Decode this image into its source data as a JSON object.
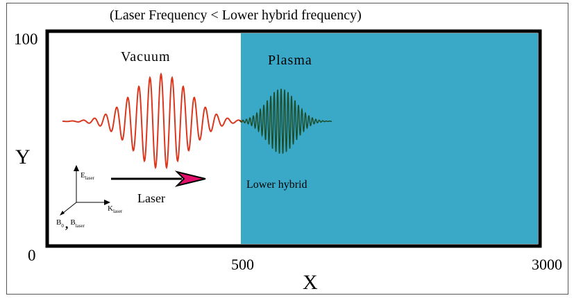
{
  "title": "(Laser Frequency < Lower hybrid frequency)",
  "axes": {
    "y_max": "100",
    "y_min": "0",
    "y_label": "Y",
    "x_boundary": "500",
    "x_max": "3000",
    "x_label": "X"
  },
  "regions": {
    "vacuum": "Vacuum",
    "plasma": "Plasma",
    "plasma_color": "#3aa9c8"
  },
  "waves": {
    "laser_label": "Laser",
    "laser_color": "#d9381e",
    "lower_hybrid_label": "Lower hybrid",
    "lower_hybrid_color": "#1e4d2b",
    "arrow_color": "#e0106a"
  },
  "vectors": {
    "e_main": "E",
    "e_sub": "laser",
    "k_main": "K",
    "k_sub": "laser",
    "b0_main": "B",
    "b0_sub": "0",
    "separator": ",",
    "bl_main": "B",
    "bl_sub": "laser"
  }
}
